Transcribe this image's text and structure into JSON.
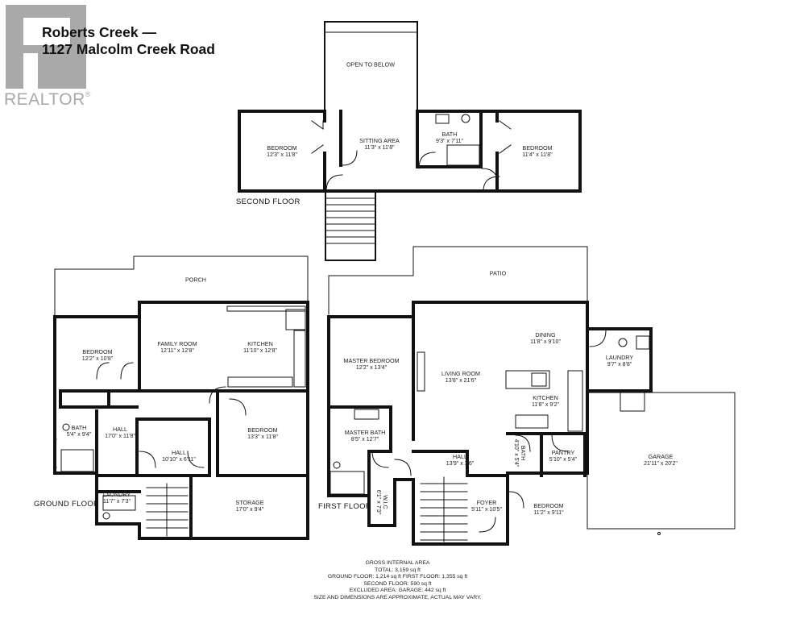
{
  "watermark": {
    "word": "REALTOR",
    "reg": "®"
  },
  "title": {
    "line1": "Roberts Creek —",
    "line2": "1127 Malcolm Creek Road"
  },
  "floors": {
    "second": "SECOND FLOOR",
    "ground": "GROUND FLOOR",
    "first": "FIRST FLOOR"
  },
  "rooms": {
    "open_below": {
      "name": "OPEN TO BELOW"
    },
    "sitting_area": {
      "name": "SITTING AREA",
      "dim": "11'3\" x 11'8\""
    },
    "bedroom_2nd_left": {
      "name": "BEDROOM",
      "dim": "12'3\" x 11'8\""
    },
    "bath_2nd": {
      "name": "BATH",
      "dim": "9'3\" x 7'11\""
    },
    "bedroom_2nd_right": {
      "name": "BEDROOM",
      "dim": "11'4\" x 11'8\""
    },
    "porch": {
      "name": "PORCH"
    },
    "bedroom_g1": {
      "name": "BEDROOM",
      "dim": "12'2\" x 10'8\""
    },
    "family_room": {
      "name": "FAMILY ROOM",
      "dim": "12'11\" x 12'8\""
    },
    "kitchen_g": {
      "name": "KITCHEN",
      "dim": "11'10\" x 12'8\""
    },
    "bath_g": {
      "name": "BATH",
      "dim": "5'4\" x 9'4\""
    },
    "hall_g1": {
      "name": "HALL",
      "dim": "17'0\" x 11'8\""
    },
    "hall_g2": {
      "name": "HALL",
      "dim": "10'10\" x 6'11\""
    },
    "bedroom_g2": {
      "name": "BEDROOM",
      "dim": "13'3\" x 11'8\""
    },
    "storage": {
      "name": "STORAGE",
      "dim": "17'0\" x 9'4\""
    },
    "laundry_g": {
      "name": "LAUNDRY",
      "dim": "11'7\" x 7'3\""
    },
    "patio": {
      "name": "PATIO"
    },
    "master_bedroom": {
      "name": "MASTER BEDROOM",
      "dim": "12'2\" x 13'4\""
    },
    "living_room": {
      "name": "LIVING ROOM",
      "dim": "13'8\" x 21'6\""
    },
    "dining": {
      "name": "DINING",
      "dim": "11'8\" x 9'10\""
    },
    "laundry_f": {
      "name": "LAUNDRY",
      "dim": "9'7\" x 8'8\""
    },
    "kitchen_f": {
      "name": "KITCHEN",
      "dim": "11'8\" x 9'2\""
    },
    "master_bath": {
      "name": "MASTER BATH",
      "dim": "8'5\" x 12'7\""
    },
    "bath_f": {
      "name": "BATH",
      "dim": "4'10\" x 5'4\""
    },
    "pantry": {
      "name": "PANTRY",
      "dim": "5'10\" x 5'4\""
    },
    "garage": {
      "name": "GARAGE",
      "dim": "21'11\" x 20'2\""
    },
    "hall_f": {
      "name": "HALL",
      "dim": "13'9\" x 3'6\""
    },
    "wic": {
      "name": "W.I.C",
      "dim": "6'1\" x 7'3\""
    },
    "foyer": {
      "name": "FOYER",
      "dim": "5'11\" x 10'5\""
    },
    "bedroom_f": {
      "name": "BEDROOM",
      "dim": "11'2\" x 9'11\""
    }
  },
  "footer": {
    "l1": "GROSS INTERNAL AREA",
    "l2": "TOTAL: 3,159 sq ft",
    "l3": "GROUND FLOOR: 1,214 sq ft   FIRST FLOOR: 1,355 sq ft",
    "l4": "SECOND FLOOR: 590 sq ft",
    "l5": "EXCLUDED AREA: GARAGE: 442 sq ft",
    "l6": "SIZE AND DIMENSIONS ARE APPROXIMATE, ACTUAL MAY VARY."
  }
}
